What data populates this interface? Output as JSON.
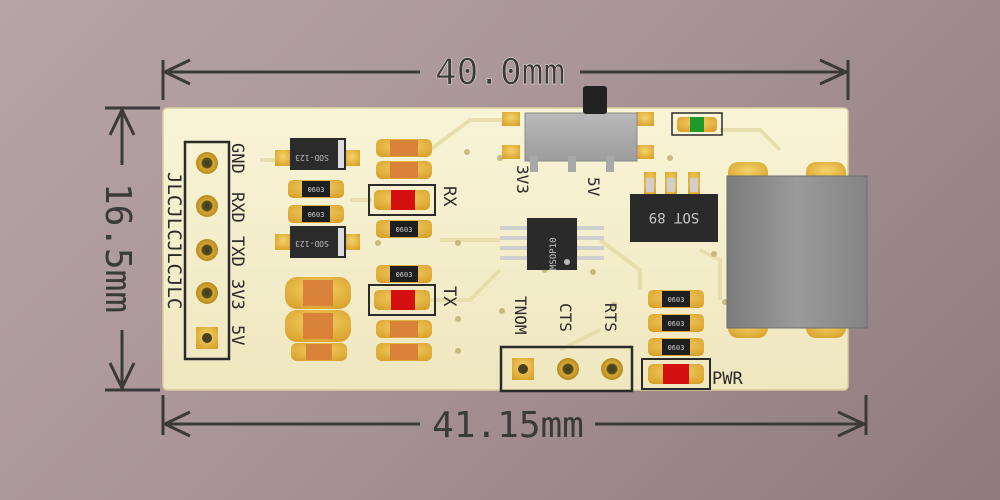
{
  "dimensions": {
    "top_width": "40.0mm",
    "bottom_width": "41.15mm",
    "height": "16.5mm"
  },
  "header_pins": {
    "labels": [
      "GND",
      "RXD",
      "TXD",
      "3V3",
      "5V"
    ],
    "brand": "JLCJLCJLCJLC"
  },
  "switch_labels": {
    "left": "3V3",
    "right": "5V"
  },
  "led_labels": {
    "rx": "RX",
    "tx": "TX",
    "pwr": "PWR"
  },
  "bottom_pins": [
    "TNOM",
    "CTS",
    "RTS"
  ],
  "chip_labels": {
    "main_ic": "MSOP10",
    "regulator": "SOT 89",
    "sod_top": "SOD-123",
    "sod_bottom": "SOD-123",
    "resistor_code": "0603"
  },
  "colors": {
    "board": "#f5f0cf",
    "pad": "#e8b93c",
    "led_red": "#d41010",
    "led_green": "#1f9a2a",
    "usb_metal": "#8a8a8a"
  }
}
